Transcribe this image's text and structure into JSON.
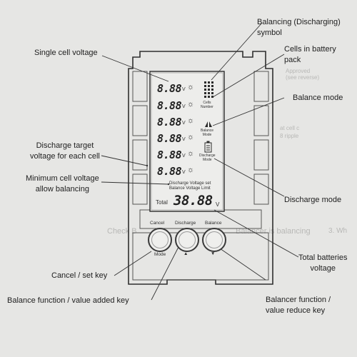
{
  "labels": {
    "balancing_symbol": "Balancing (Discharging)\nsymbol",
    "single_cell_voltage": "Single cell voltage",
    "cells_in_pack": "Cells in battery\npack",
    "balance_mode": "Balance mode",
    "discharge_target": "Discharge target\nvoltage for each cell",
    "min_cell_voltage": "Minimum cell voltage\nallow balancing",
    "discharge_mode": "Discharge mode",
    "total_voltage": "Total batteries\nvoltage",
    "cancel_set_key": "Cancel / set key",
    "balance_add_key": "Balance function / value added key",
    "balancer_reduce_key": "Balancer function /\nvalue reduce key"
  },
  "lcd": {
    "cell_reading": "8.88",
    "cell_unit": "V",
    "total_label": "Total",
    "total_reading": "38.88",
    "total_unit": "V",
    "discharge_voltage_set": "Discharge Voltage set",
    "balance_voltage_limit": "Balance Voltage Limit",
    "cells_caption": "Cells\nNumber",
    "balance_mode_caption": "Balance\nMode",
    "discharge_mode_caption": "Discharge\nMode"
  },
  "buttons": [
    {
      "label": "Cancel",
      "sublabel": "Mode"
    },
    {
      "label": "Discharge",
      "sublabel": "▲"
    },
    {
      "label": "Balance",
      "sublabel": "▼"
    }
  ]
}
